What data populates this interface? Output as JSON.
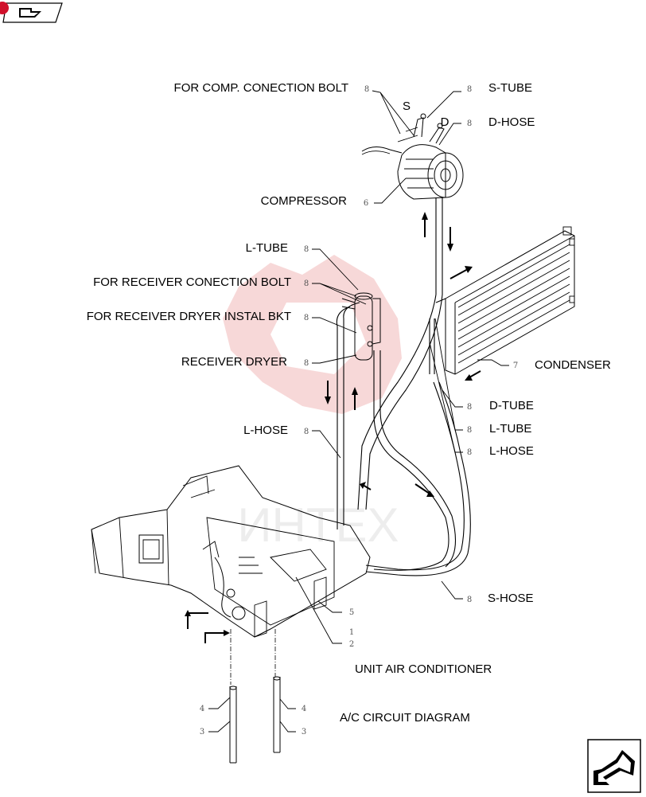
{
  "labels": {
    "comp_bolt": "FOR COMP. CONECTION BOLT",
    "s_tube_top": "S-TUBE",
    "d_hose_top": "D-HOSE",
    "compressor": "COMPRESSOR",
    "l_tube_left": "L-TUBE",
    "receiver_bolt": "FOR RECEIVER CONECTION BOLT",
    "receiver_bkt": "FOR RECEIVER DRYER INSTAL BKT",
    "receiver_dryer": "RECEIVER DRYER",
    "l_hose_left": "L-HOSE",
    "condenser": "CONDENSER",
    "d_tube_right": "D-TUBE",
    "l_tube_right": "L-TUBE",
    "l_hose_right": "L-HOSE",
    "s_hose": "S-HOSE",
    "unit_ac": "UNIT AIR CONDITIONER",
    "circuit": "A/C CIRCUIT DIAGRAM",
    "letter_s": "S",
    "letter_d": "D"
  },
  "callouts": {
    "n8": "8",
    "n6": "6",
    "n7": "7",
    "n5": "5",
    "n1": "1",
    "n2": "2",
    "n4": "4",
    "n3": "3"
  },
  "watermark_text": "ИНТЕХ",
  "colors": {
    "badge": "#d0112b",
    "watermark": "#e8a0a0"
  },
  "icons": {
    "nav_top": "previous-page-icon",
    "nav_bottom": "next-page-icon"
  }
}
